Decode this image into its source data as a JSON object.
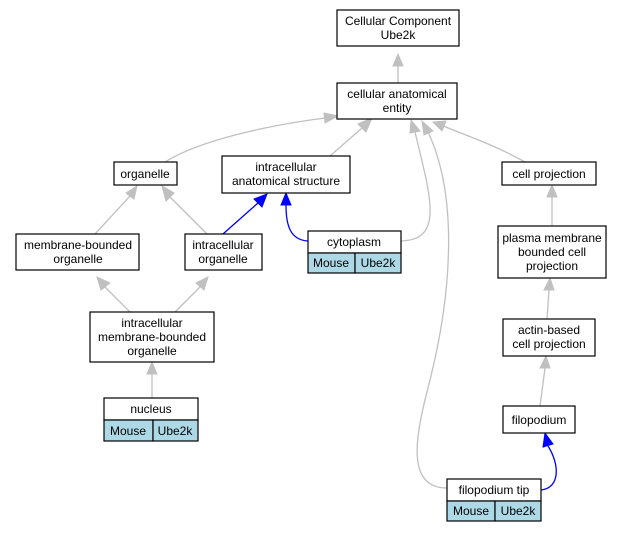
{
  "graph": {
    "nodes": {
      "root": {
        "lines": [
          "Cellular Component",
          "Ube2k"
        ]
      },
      "cae": {
        "lines": [
          "cellular anatomical",
          "entity"
        ]
      },
      "organelle": {
        "lines": [
          "organelle"
        ]
      },
      "ias": {
        "lines": [
          "intracellular",
          "anatomical structure"
        ]
      },
      "cellproj": {
        "lines": [
          "cell projection"
        ]
      },
      "mbo": {
        "lines": [
          "membrane-bounded",
          "organelle"
        ]
      },
      "io": {
        "lines": [
          "intracellular",
          "organelle"
        ]
      },
      "cyto": {
        "lines": [
          "cytoplasm"
        ],
        "tags": [
          "Mouse",
          "Ube2k"
        ]
      },
      "pmbcp": {
        "lines": [
          "plasma membrane",
          "bounded cell",
          "projection"
        ]
      },
      "imbo": {
        "lines": [
          "intracellular",
          "membrane-bounded",
          "organelle"
        ]
      },
      "abcp": {
        "lines": [
          "actin-based",
          "cell projection"
        ]
      },
      "nucleus": {
        "lines": [
          "nucleus"
        ],
        "tags": [
          "Mouse",
          "Ube2k"
        ]
      },
      "filo": {
        "lines": [
          "filopodium"
        ]
      },
      "filotip": {
        "lines": [
          "filopodium tip"
        ],
        "tags": [
          "Mouse",
          "Ube2k"
        ]
      }
    },
    "colors": {
      "edge_gray": "#c0c0c0",
      "edge_blue": "#0000ff",
      "tag_fill": "#add8e6"
    }
  }
}
